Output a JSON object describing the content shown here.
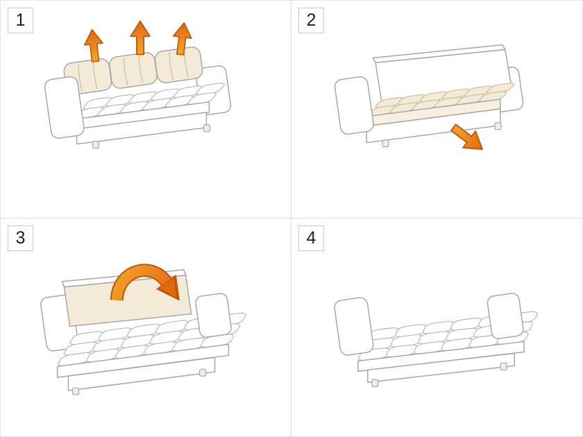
{
  "steps": [
    {
      "number": "1",
      "icons": [
        "lift-up-arrow",
        "lift-up-arrow",
        "lift-up-arrow"
      ]
    },
    {
      "number": "2",
      "icons": [
        "pull-out-arrow"
      ]
    },
    {
      "number": "3",
      "icons": [
        "fold-down-arrow"
      ]
    },
    {
      "number": "4",
      "icons": []
    }
  ],
  "colors": {
    "background": "#ffffff",
    "divider": "#d9d9d9",
    "badge_border": "#c8c8c8",
    "badge_text": "#1f1f1f",
    "outline": "#a6a6a6",
    "cream": "#f3ead7",
    "cream_line": "#cdbd98",
    "cream_front": "#f7efdf",
    "arrow_light": "#f6a52d",
    "arrow_dark": "#e0680f",
    "arrow_outline": "#bf5606"
  }
}
